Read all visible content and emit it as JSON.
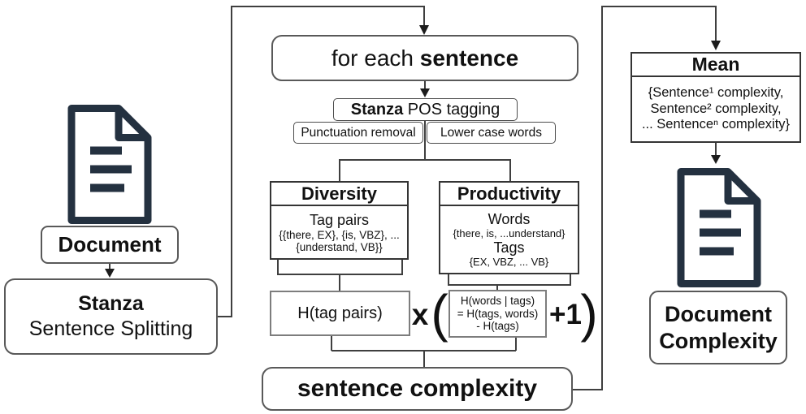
{
  "colors": {
    "icon_navy": "#243140",
    "connector": "#3f3f3f",
    "box_border": "#595959",
    "background": "#ffffff"
  },
  "left": {
    "document_label": "Document",
    "splitter": {
      "line1": "Stanza",
      "line2": "Sentence Splitting"
    }
  },
  "center": {
    "for_each": {
      "normal": "for each",
      "bold": "sentence"
    },
    "pos_tagging": {
      "bold": "Stanza",
      "normal": "POS tagging"
    },
    "punctuation": "Punctuation removal",
    "lowercase": "Lower case words",
    "diversity": {
      "title": "Diversity",
      "line1": "Tag pairs",
      "line2": "{{there, EX}, {is, VBZ}, ...",
      "line3": "{understand, VB}}"
    },
    "productivity": {
      "title": "Productivity",
      "line1": "Words",
      "line2": "{there, is, ...understand}",
      "line3": "Tags",
      "line4": "{EX, VBZ, ... VB}"
    },
    "h_tag_pairs": "H(tag pairs)",
    "formula": {
      "multiply": "x",
      "open_paren": "(",
      "inner_line1": "H(words | tags)",
      "inner_line2": "= H(tags, words)",
      "inner_line3": "- H(tags)",
      "plus_one": "+1",
      "close_paren": ")"
    },
    "sentence_complexity": "sentence complexity"
  },
  "right": {
    "mean": {
      "title": "Mean",
      "line1": "{Sentence¹ complexity,",
      "line2": "Sentence² complexity,",
      "line3": "... Sentenceⁿ complexity}"
    },
    "doc_complexity": {
      "line1": "Document",
      "line2": "Complexity"
    }
  }
}
